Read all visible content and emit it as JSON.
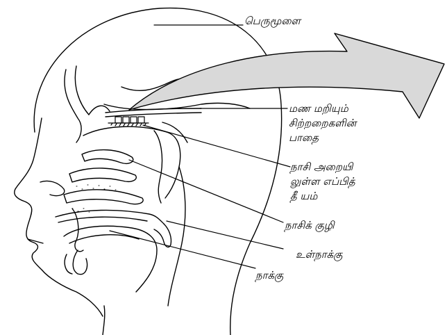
{
  "diagram": {
    "labels": {
      "brain": "பெருமூளை",
      "olfactory_path": [
        "மண மறியும்",
        "சிற்றறைகளின்",
        "பாதை"
      ],
      "nasal_epithelium": [
        "நாசி அறையி",
        "லுள்ள எப்பித்",
        "தீ யம்"
      ],
      "nasal_cavity": "நாசிக் குழி",
      "uvula": "உள்நாக்கு",
      "tongue": "நாக்கு"
    }
  }
}
